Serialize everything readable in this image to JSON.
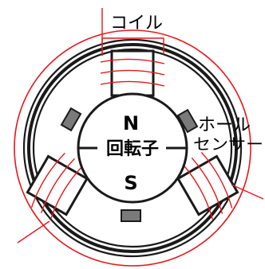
{
  "labels": {
    "coil": "コイル",
    "hall_line1": "ホール",
    "hall_line2": "センサー",
    "rotor": "回転子",
    "north": "N",
    "south": "S"
  },
  "colors": {
    "wire": "#e8171b",
    "frame": "#1a1a1a",
    "sensor": "#7a7a7a"
  }
}
